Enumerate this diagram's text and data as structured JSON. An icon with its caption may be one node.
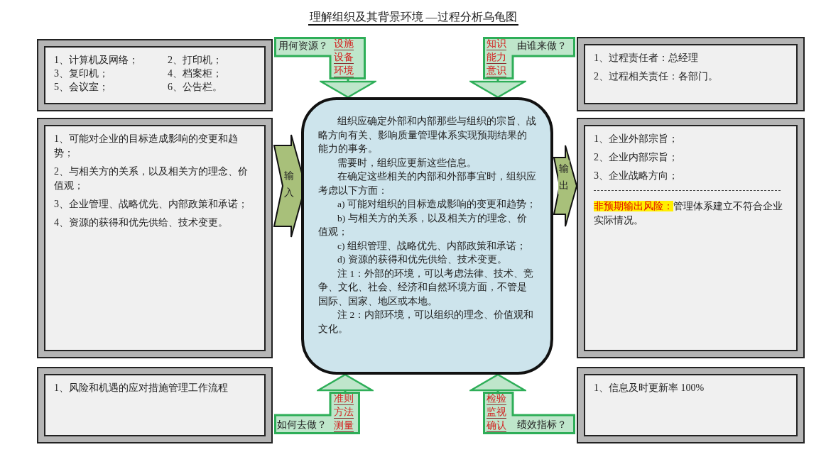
{
  "diagram": {
    "title": "理解组织及其背景环境 —过程分析乌龟图",
    "nodes": [
      {
        "text": [
          "1、计算机及网络；",
          "2、打印机；",
          "3、复印机；",
          "4、档案柜；",
          "5、会议室；",
          "6、公告栏。"
        ]
      },
      {
        "text": [
          "1、可能对企业的目标造成影响的变更和趋势；",
          "2、与相关方的关系，以及相关方的理念、价值观；",
          "3、企业管理、战略优先、内部政策和承诺；",
          "4、资源的获得和优先供给、技术变更。"
        ]
      },
      {
        "text": [
          "1、风险和机遇的应对措施管理工作流程"
        ]
      },
      {
        "text": [
          "1、过程责任者：总经理",
          "2、过程相关责任：各部门。"
        ]
      },
      {
        "text": [
          "1、企业外部宗旨；",
          "2、企业内部宗旨；",
          "3、企业战略方向；",
          "**非预期输出风险：**管理体系建立不符合企业实际情况。"
        ]
      },
      {
        "text": [
          "1、信息及时更新率 100%"
        ]
      },
      {
        "text": [
          "组织应确定外部和内部那些与组织的宗旨、战略方向有关、影响质量管理体系实现预期结果的能力的事务。",
          "需要时，组织应更新这些信息。",
          "在确定这些相关的内部和外部事宜时，组织应考虑以下方面：",
          "a) 可能对组织的目标造成影响的变更和趋势；",
          "b) 与相关方的关系，以及相关方的理念、价值观；",
          "c) 组织管理、战略优先、内部政策和承诺；",
          "d) 资源的获得和优先供给、技术变更。",
          "注 1：外部的环境，可以考虑法律、技术、竞争、文化、社会、经济和自然环境方面，不管是国际、国家、地区或本地。",
          "注 2：内部环境，可以组织的理念、价值观和文化。"
        ]
      },
      {
        "text": [
          "用何资源？",
          "设施",
          "设备",
          "环境"
        ]
      },
      {
        "text": [
          "由谁来做？",
          "知识",
          "能力",
          "意识"
        ]
      },
      {
        "text": [
          "如何去做？",
          "准则",
          "方法",
          "测量"
        ]
      },
      {
        "text": [
          "绩效指标？",
          "检验",
          "监视",
          "确认"
        ]
      }
    ],
    "edges": [
      {
        "from": 1,
        "to": 6,
        "arrow": "to",
        "label": "输入"
      },
      {
        "from": 6,
        "to": 4,
        "arrow": "to",
        "label": "输出"
      },
      {
        "from": 7,
        "to": 6,
        "arrow": "to"
      },
      {
        "from": 8,
        "to": 6,
        "arrow": "to"
      },
      {
        "from": 9,
        "to": 6,
        "arrow": "to"
      },
      {
        "from": 10,
        "to": 6,
        "arrow": "to"
      }
    ]
  }
}
